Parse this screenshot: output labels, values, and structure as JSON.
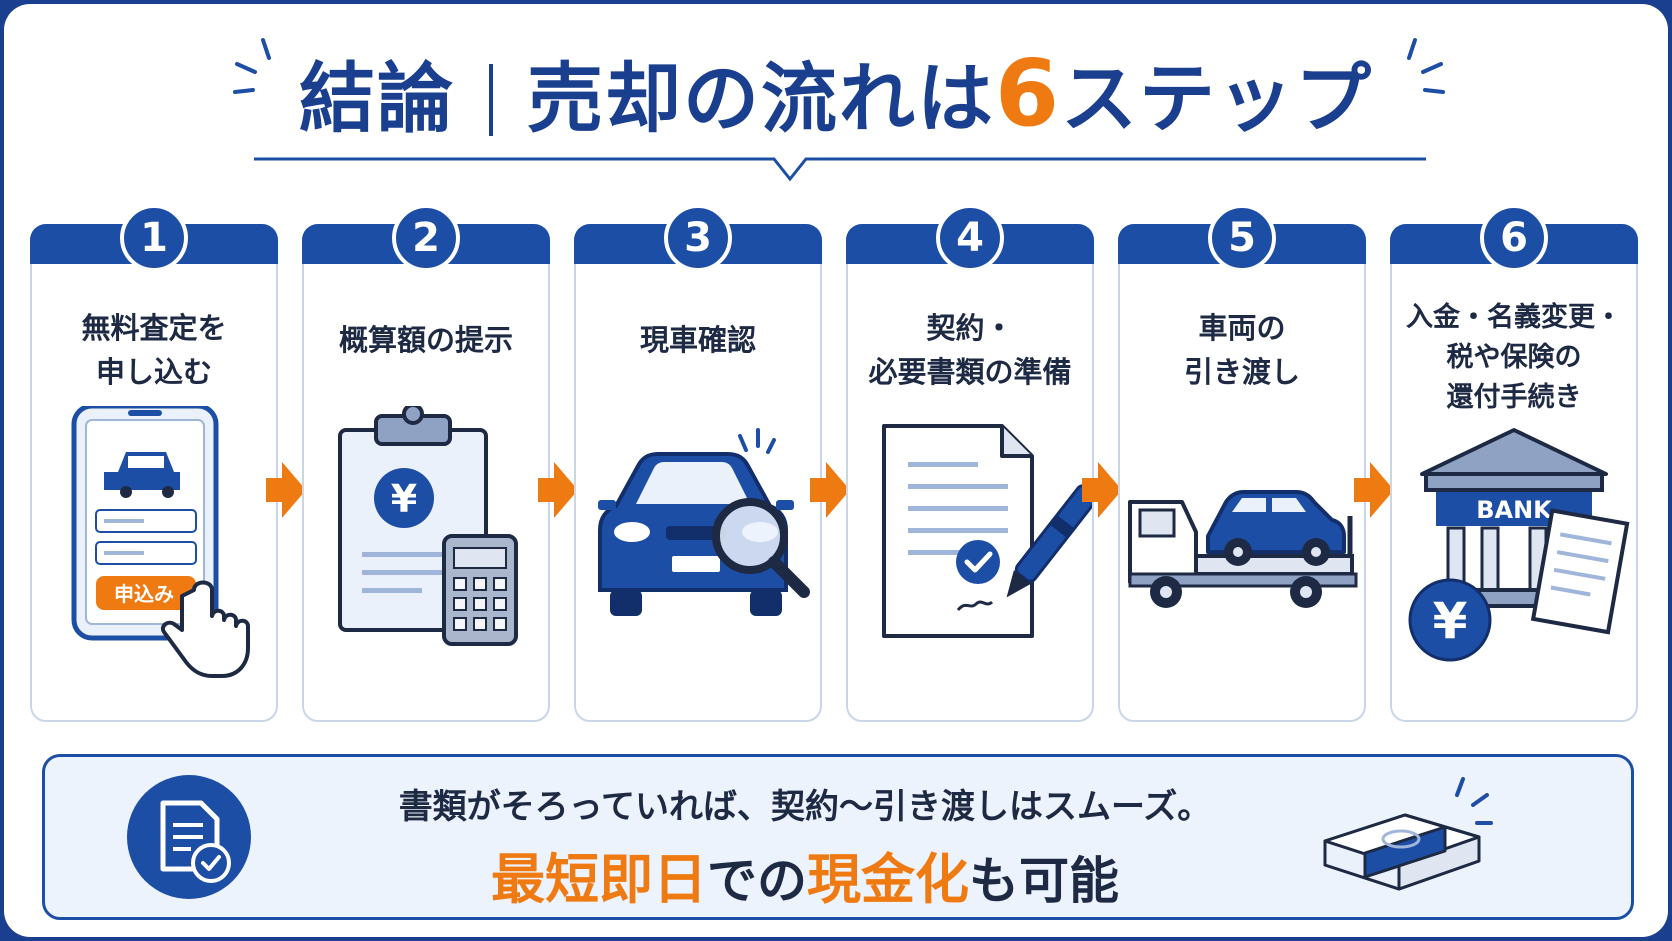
{
  "title": {
    "lead": "結論",
    "main_before": "売却の流れは",
    "number": "6",
    "main_after": "ステップ"
  },
  "steps": [
    {
      "number": "1",
      "label": "無料査定を\n申し込む",
      "icon": "smartphone-apply-icon",
      "button_label": "申込み"
    },
    {
      "number": "2",
      "label": "概算額の提示",
      "icon": "clipboard-yen-calculator-icon",
      "yen_symbol": "¥"
    },
    {
      "number": "3",
      "label": "現車確認",
      "icon": "car-magnifier-icon"
    },
    {
      "number": "4",
      "label": "契約・\n必要書類の準備",
      "icon": "contract-pen-icon"
    },
    {
      "number": "5",
      "label": "車両の\n引き渡し",
      "icon": "tow-truck-icon"
    },
    {
      "number": "6",
      "label": "入金・名義変更・\n税や保険の\n還付手続き",
      "icon": "bank-yen-icon",
      "bank_text": "BANK",
      "yen_symbol": "¥"
    }
  ],
  "banner": {
    "line1": "書類がそろっていれば、契約〜引き渡しはスムーズ。",
    "line2_parts": [
      "最短即日",
      "での",
      "現金化",
      "も可能"
    ],
    "icon": "document-check-icon",
    "illustration": "cash-stack-icon"
  },
  "colors": {
    "primary": "#1d4ea6",
    "accent": "#f07a12",
    "text": "#1e2a44"
  }
}
